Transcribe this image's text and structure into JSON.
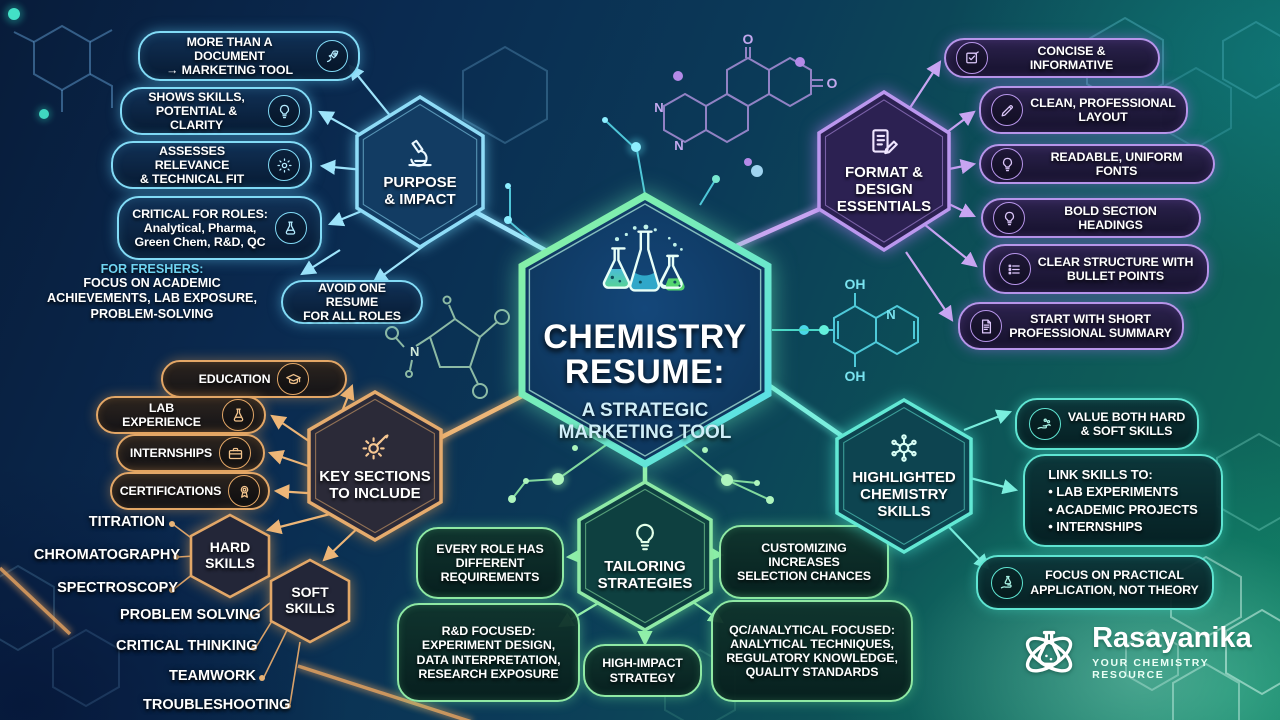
{
  "colors": {
    "cyan": "#82dbf6",
    "purple": "#b795ea",
    "orange": "#e3a767",
    "green": "#8fe9a4",
    "teal": "#5fe5d2"
  },
  "center": {
    "icon": "flasks-icon",
    "title": "CHEMISTRY\nRESUME:",
    "subtitle": "A STRATEGIC\nMARKETING TOOL"
  },
  "purpose": {
    "label": "PURPOSE\n& IMPACT",
    "icon": "microscope-icon",
    "items": [
      {
        "text": "MORE THAN A DOCUMENT\n→ MARKETING TOOL",
        "icon": "rocket-icon"
      },
      {
        "text": "SHOWS SKILLS,\nPOTENTIAL & CLARITY",
        "icon": "bulb-icon"
      },
      {
        "text": "ASSESSES RELEVANCE\n& TECHNICAL FIT",
        "icon": "gear-icon"
      },
      {
        "text": "CRITICAL FOR ROLES:\nAnalytical, Pharma,\nGreen Chem, R&D, QC",
        "icon": "flask-icon"
      }
    ],
    "freshers_label": "FOR FRESHERS:",
    "freshers_text": "FOCUS ON ACADEMIC\nACHIEVEMENTS, LAB EXPOSURE,\nPROBLEM-SOLVING",
    "note": "AVOID ONE RESUME\nFOR ALL ROLES"
  },
  "format": {
    "label": "FORMAT &\nDESIGN\nESSENTIALS",
    "icon": "document-pencil-icon",
    "items": [
      {
        "text": "CONCISE & INFORMATIVE",
        "icon": "checklist-icon"
      },
      {
        "text": "CLEAN, PROFESSIONAL\nLAYOUT",
        "icon": "pencil-icon"
      },
      {
        "text": "READABLE, UNIFORM FONTS",
        "icon": "bulb-icon"
      },
      {
        "text": "BOLD SECTION HEADINGS",
        "icon": "bulb-icon"
      },
      {
        "text": "CLEAR STRUCTURE WITH\nBULLET POINTS",
        "icon": "list-icon"
      },
      {
        "text": "START WITH SHORT\nPROFESSIONAL SUMMARY",
        "icon": "document-icon"
      }
    ]
  },
  "key_sections": {
    "label": "KEY SECTIONS\nTO INCLUDE",
    "icon": "gear-pen-icon",
    "items": [
      {
        "text": "EDUCATION",
        "icon": "graduation-cap-icon"
      },
      {
        "text": "LAB EXPERIENCE",
        "icon": "flask-icon"
      },
      {
        "text": "INTERNSHIPS",
        "icon": "briefcase-icon"
      },
      {
        "text": "CERTIFICATIONS",
        "icon": "medal-icon"
      }
    ],
    "hard_skills": {
      "label": "HARD\nSKILLS",
      "items": [
        "TITRATION",
        "CHROMATOGRAPHY",
        "SPECTROSCOPY"
      ]
    },
    "soft_skills": {
      "label": "SOFT\nSKILLS",
      "items": [
        "PROBLEM SOLVING",
        "CRITICAL THINKING",
        "TEAMWORK",
        "TROUBLESHOOTING"
      ]
    }
  },
  "tailoring": {
    "label": "TAILORING\nSTRATEGIES",
    "icon": "bulb-icon",
    "items": [
      {
        "text": "EVERY ROLE HAS\nDIFFERENT\nREQUIREMENTS"
      },
      {
        "text": "CUSTOMIZING\nINCREASES\nSELECTION CHANCES"
      },
      {
        "text": "R&D FOCUSED:\nEXPERIMENT DESIGN,\nDATA INTERPRETATION,\nRESEARCH EXPOSURE"
      },
      {
        "text": "HIGH-IMPACT\nSTRATEGY"
      },
      {
        "text": "QC/ANALYTICAL FOCUSED:\nANALYTICAL TECHNIQUES,\nREGULATORY KNOWLEDGE,\nQUALITY STANDARDS"
      }
    ]
  },
  "skills": {
    "label": "HIGHLIGHTED\nCHEMISTRY\nSKILLS",
    "icon": "molecule-icon",
    "items": [
      {
        "text": "VALUE BOTH HARD\n& SOFT SKILLS",
        "icon": "hand-molecule-icon"
      },
      {
        "text": "LINK SKILLS TO:\n• LAB EXPERIMENTS\n• ACADEMIC PROJECTS\n• INTERNSHIPS"
      },
      {
        "text": "FOCUS ON PRACTICAL\nAPPLICATION, NOT THEORY",
        "icon": "flask-hand-icon"
      }
    ]
  },
  "decorations": {
    "mol_top": {
      "o1": "O",
      "o2": "O",
      "n1": "N",
      "n2": "N"
    },
    "mol_right": {
      "oh_top": "OH",
      "n": "N",
      "oh_bottom": "OH"
    },
    "mol_left": {
      "n": "N"
    }
  },
  "logo": {
    "name": "Rasayanika",
    "tagline": "YOUR CHEMISTRY RESOURCE",
    "icon": "atom-flask-icon"
  }
}
